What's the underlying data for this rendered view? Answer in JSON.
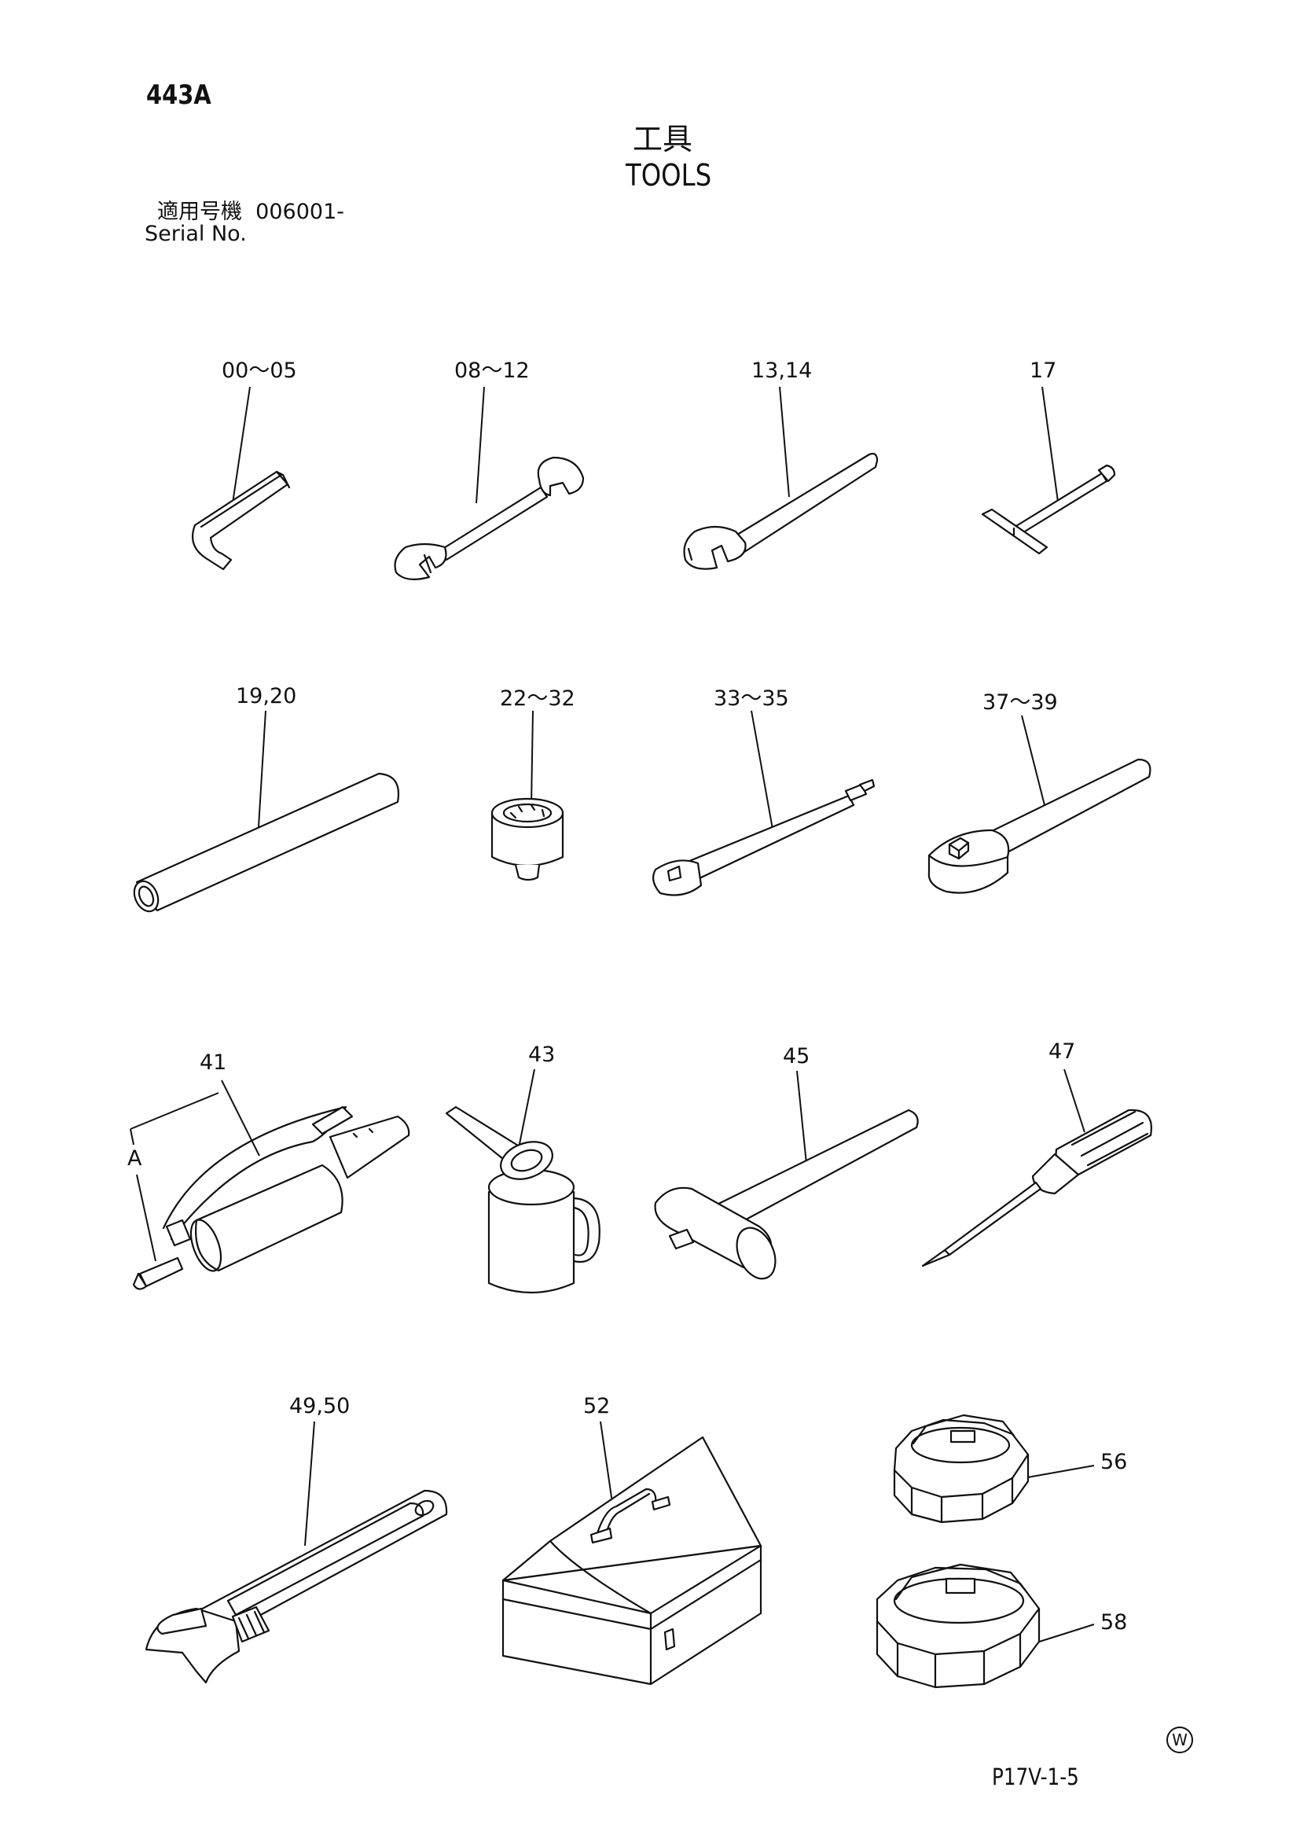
{
  "header": {
    "page_number": "443A",
    "title_jp": "工具",
    "title_en": "TOOLS",
    "serial_label_jp": "適用号機",
    "serial_range": "006001-",
    "serial_label_en": "Serial No."
  },
  "callouts": [
    {
      "id": "c1",
      "label": "00～05",
      "part": "hex-key-icon"
    },
    {
      "id": "c2",
      "label": "08～12",
      "part": "double-open-wrench-icon"
    },
    {
      "id": "c3",
      "label": "13,14",
      "part": "single-open-wrench-icon"
    },
    {
      "id": "c4",
      "label": "17",
      "part": "t-handle-wrench-icon"
    },
    {
      "id": "c5",
      "label": "19,20",
      "part": "pipe-icon"
    },
    {
      "id": "c6",
      "label": "22～32",
      "part": "socket-icon"
    },
    {
      "id": "c7",
      "label": "33～35",
      "part": "extension-bar-icon"
    },
    {
      "id": "c8",
      "label": "37～39",
      "part": "ratchet-handle-icon"
    },
    {
      "id": "c9",
      "label": "41",
      "part": "grease-gun-icon"
    },
    {
      "id": "c9a",
      "label": "A",
      "part": "grease-gun-nozzle"
    },
    {
      "id": "c10",
      "label": "43",
      "part": "oil-can-icon"
    },
    {
      "id": "c11",
      "label": "45",
      "part": "hammer-icon"
    },
    {
      "id": "c12",
      "label": "47",
      "part": "screwdriver-icon"
    },
    {
      "id": "c13",
      "label": "49,50",
      "part": "adjustable-wrench-icon"
    },
    {
      "id": "c14",
      "label": "52",
      "part": "toolbox-icon"
    },
    {
      "id": "c15",
      "label": "56",
      "part": "filter-wrench-small-icon"
    },
    {
      "id": "c16",
      "label": "58",
      "part": "filter-wrench-large-icon"
    }
  ],
  "footer": {
    "drawing_code": "P17V-1-5",
    "mark": "W"
  }
}
